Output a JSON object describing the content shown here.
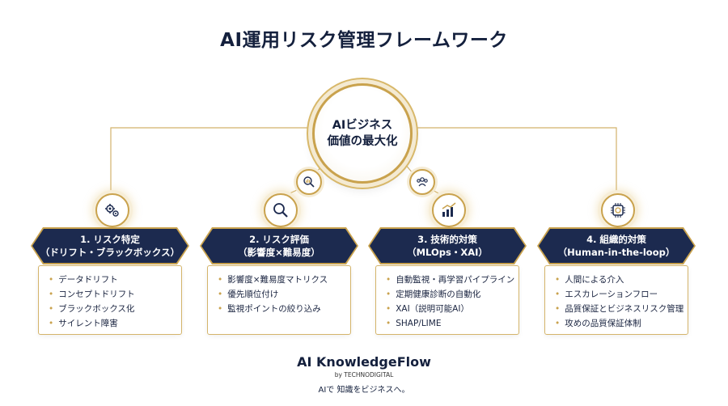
{
  "title": "AI運用リスク管理フレームワーク",
  "center": {
    "line1": "AIビジネス",
    "line2": "価値の最大化"
  },
  "small_icons": [
    "analysis-icon",
    "team-icon"
  ],
  "pillars": [
    {
      "icon": "gears-icon",
      "title": "1. リスク特定",
      "subtitle": "（ドリフト・ブラックボックス）",
      "items": [
        "データドリフト",
        "コンセプトドリフト",
        "ブラックボックス化",
        "サイレント障害"
      ]
    },
    {
      "icon": "magnifier-icon",
      "title": "2. リスク評価",
      "subtitle": "（影響度×難易度）",
      "items": [
        "影響度×難易度マトリクス",
        "優先順位付け",
        "監視ポイントの絞り込み"
      ]
    },
    {
      "icon": "growth-chart-icon",
      "title": "3. 技術的対策",
      "subtitle": "（MLOps・XAI）",
      "items": [
        "自動監視・再学習パイプライン",
        "定期健康診断の自動化",
        "XAI（説明可能AI）",
        "SHAP/LIME"
      ]
    },
    {
      "icon": "ai-chip-icon",
      "title": "4. 組織的対策",
      "subtitle": "（Human-in-the-loop）",
      "items": [
        "人間による介入",
        "エスカレーションフロー",
        "品質保証とビジネスリスク管理",
        "攻めの品質保証体制"
      ]
    }
  ],
  "brand": {
    "name": "AI KnowledgeFlow",
    "by": "by TECHNODIGITAL",
    "tagline": "AIで 知識をビジネスへ。"
  },
  "colors": {
    "navy": "#1c2a4f",
    "gold": "#c9a24d"
  }
}
